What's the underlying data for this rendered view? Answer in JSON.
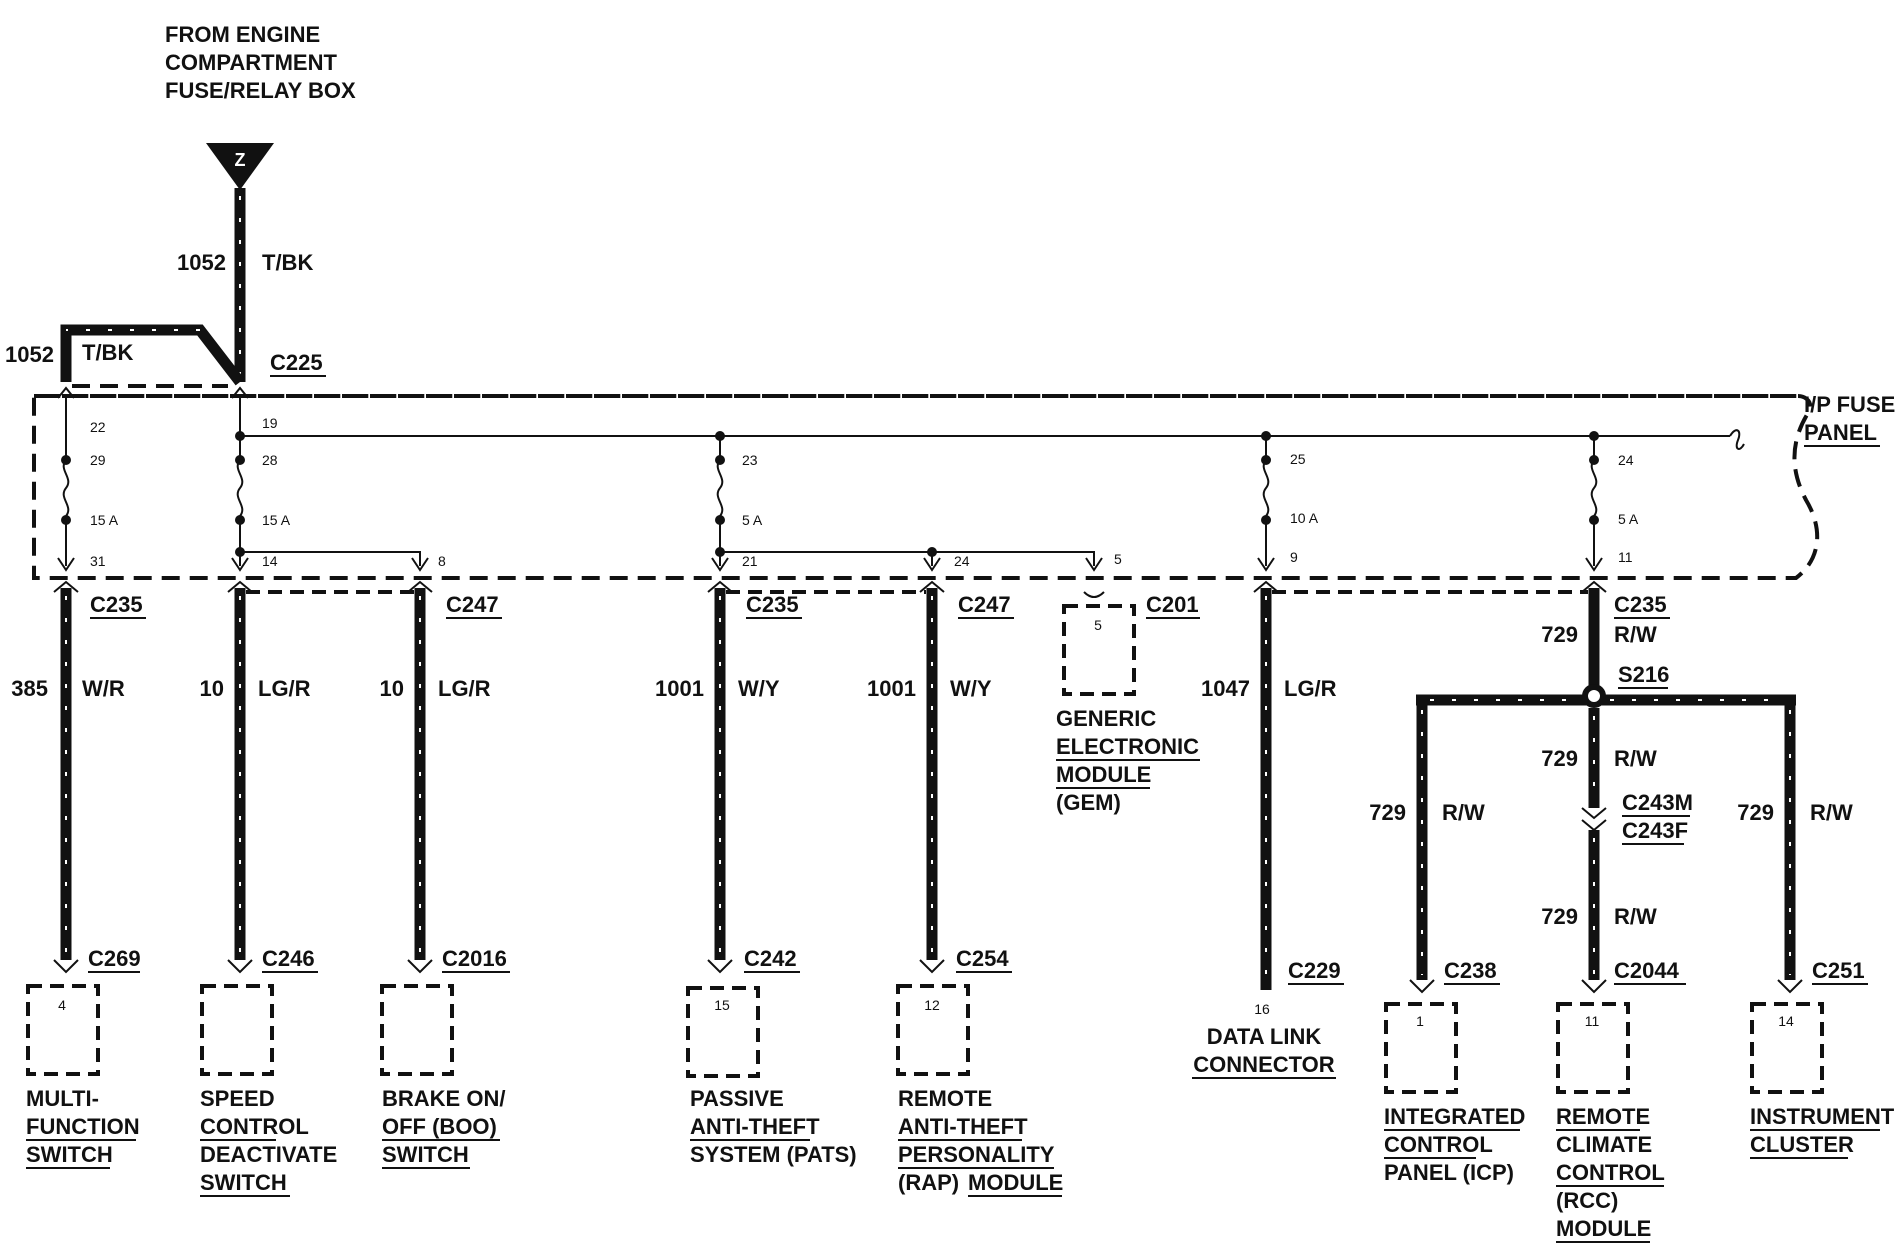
{
  "source": {
    "lines": [
      "FROM ENGINE",
      "COMPARTMENT",
      "FUSE/RELAY BOX"
    ],
    "terminal": "Z"
  },
  "panel": {
    "lines": [
      "I/P FUSE",
      "PANEL"
    ]
  },
  "feeds": [
    {
      "circuit": "1052",
      "color": "T/BK"
    },
    {
      "circuit": "1052",
      "color": "T/BK"
    }
  ],
  "connector_c225": "C225",
  "fuses": [
    {
      "in": "22",
      "mid": "29",
      "rating": "15 A",
      "out": "31"
    },
    {
      "in": "19",
      "mid": "28",
      "rating": "15 A",
      "out": "14"
    },
    {
      "in": "",
      "mid": "23",
      "rating": "5 A",
      "out": "21"
    },
    {
      "in": "",
      "mid": "25",
      "rating": "10 A",
      "out": "9"
    },
    {
      "in": "",
      "mid": "24",
      "rating": "5 A",
      "out": "11"
    }
  ],
  "pins": {
    "p8": "8",
    "p24": "24",
    "p5": "5"
  },
  "branches": [
    {
      "top": "C235",
      "circuit": "385",
      "color": "W/R",
      "bottom": "C269",
      "pin": "4",
      "lines": [
        "MULTI-",
        "FUNCTION",
        "SWITCH"
      ]
    },
    {
      "top": "",
      "circuit": "10",
      "color": "LG/R",
      "bottom": "C246",
      "pin": "",
      "lines": [
        "SPEED",
        "CONTROL",
        "DEACTIVATE",
        "SWITCH"
      ]
    },
    {
      "top": "C247",
      "circuit": "10",
      "color": "LG/R",
      "bottom": "C2016",
      "pin": "",
      "lines": [
        "BRAKE ON/",
        "OFF (BOO)",
        "SWITCH"
      ]
    },
    {
      "top": "C235",
      "circuit": "1001",
      "color": "W/Y",
      "bottom": "C242",
      "pin": "15",
      "lines": [
        "PASSIVE",
        "ANTI-THEFT",
        "SYSTEM (PATS)"
      ]
    },
    {
      "top": "C247",
      "circuit": "1001",
      "color": "W/Y",
      "bottom": "C254",
      "pin": "12",
      "lines": [
        "REMOTE",
        "ANTI-THEFT",
        "PERSONALITY",
        "(RAP)",
        "MODULE"
      ]
    },
    {
      "top": "",
      "circuit": "1047",
      "color": "LG/R",
      "bottom": "C229",
      "pin": "16",
      "lines": [
        "DATA LINK",
        "CONNECTOR"
      ]
    }
  ],
  "gem": {
    "connector": "C201",
    "pin": "5",
    "lines": [
      "GENERIC",
      "ELECTRONIC",
      "MODULE",
      "(GEM)"
    ]
  },
  "rcc_branch": {
    "top": "C235",
    "circuit": "729",
    "color": "R/W",
    "splice": "S216",
    "inline_m": "C243M",
    "inline_f": "C243F",
    "left": {
      "circuit": "729",
      "color": "R/W",
      "connector": "C238",
      "pin": "1",
      "lines": [
        "INTEGRATED",
        "CONTROL",
        "PANEL (ICP)"
      ]
    },
    "center_upper": {
      "circuit": "729",
      "color": "R/W"
    },
    "center": {
      "circuit": "729",
      "color": "R/W",
      "connector": "C2044",
      "pin": "11",
      "lines": [
        "REMOTE",
        "CLIMATE",
        "CONTROL",
        "(RCC)",
        "MODULE"
      ]
    },
    "right": {
      "circuit": "729",
      "color": "R/W",
      "connector": "C251",
      "pin": "14",
      "lines": [
        "INSTRUMENT",
        "CLUSTER"
      ]
    }
  }
}
